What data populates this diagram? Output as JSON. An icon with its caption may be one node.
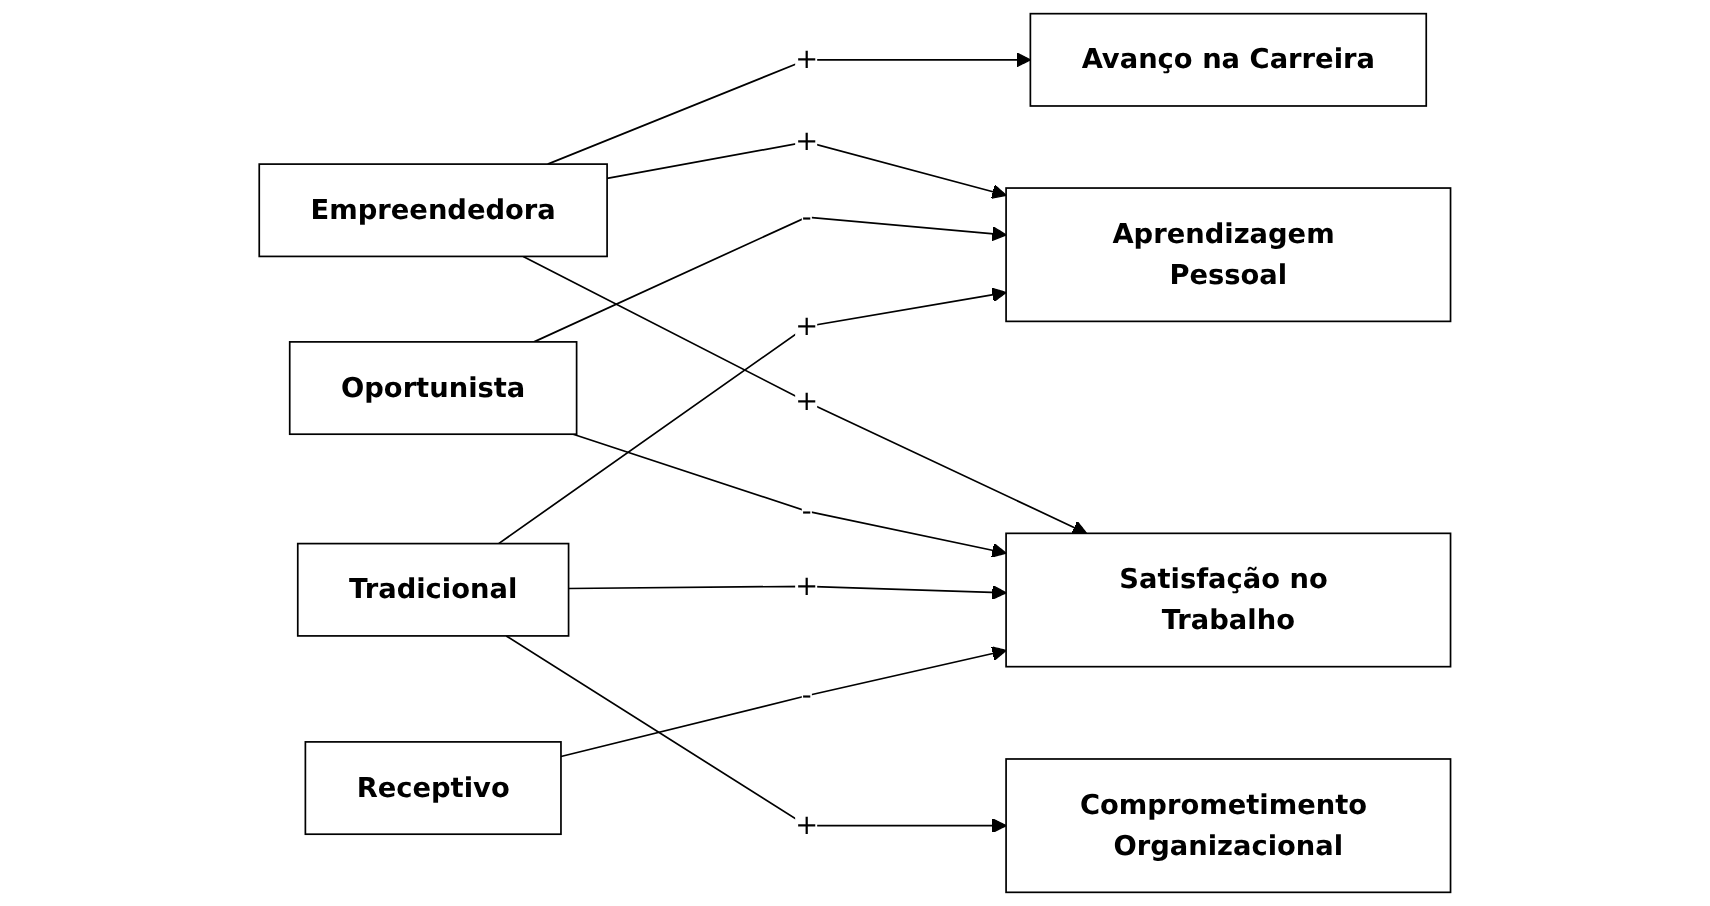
{
  "diagram": {
    "nodes": [
      {
        "text": [
          "Empreendedora"
        ]
      },
      {
        "text": [
          "Oportunista"
        ]
      },
      {
        "text": [
          "Tradicional"
        ]
      },
      {
        "text": [
          "Receptivo"
        ]
      },
      {
        "text": [
          "Avanço na Carreira"
        ]
      },
      {
        "text": [
          "Aprendizagem Pessoal"
        ]
      },
      {
        "text": [
          "Comprometimento Organizacional"
        ]
      },
      {
        "text": [
          "Satisfação no Trabalho"
        ]
      }
    ],
    "edges": [
      {
        "from": 0,
        "to": 4,
        "arrow": "to",
        "label": "+"
      },
      {
        "from": 0,
        "to": 5,
        "arrow": "to",
        "label": "+"
      },
      {
        "from": 0,
        "to": 7,
        "arrow": "to",
        "label": "+"
      },
      {
        "from": 1,
        "to": 5,
        "arrow": "to",
        "label": "-"
      },
      {
        "from": 1,
        "to": 7,
        "arrow": "to",
        "label": "-"
      },
      {
        "from": 2,
        "to": 5,
        "arrow": "to",
        "label": "+"
      },
      {
        "from": 2,
        "to": 6,
        "arrow": "to",
        "label": "+"
      },
      {
        "from": 2,
        "to": 7,
        "arrow": "to",
        "label": "+"
      },
      {
        "from": 3,
        "to": 7,
        "arrow": "to",
        "label": "-"
      }
    ]
  }
}
